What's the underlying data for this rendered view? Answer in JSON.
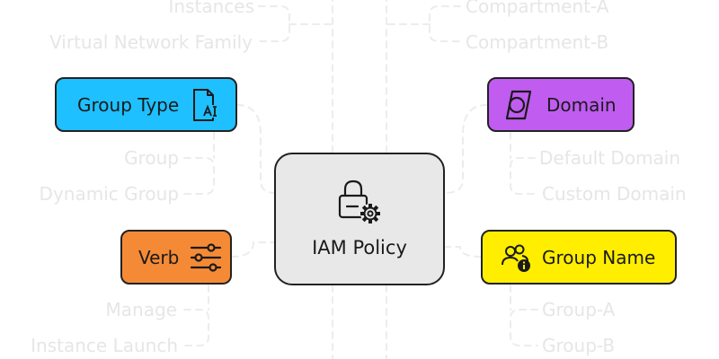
{
  "center": {
    "label": "IAM Policy",
    "fill": "#e8e8e8",
    "icon": "lock-gear-icon"
  },
  "nodes": {
    "group_type": {
      "label": "Group Type",
      "fill": "#1ec0ff",
      "icon": "ai-file-icon",
      "children": [
        "Group",
        "Dynamic Group"
      ]
    },
    "domain": {
      "label": "Domain",
      "fill": "#c05cf0",
      "icon": "domain-badge-icon",
      "children": [
        "Default Domain",
        "Custom Domain"
      ]
    },
    "verb": {
      "label": "Verb",
      "fill": "#f58a36",
      "icon": "sliders-icon",
      "children": [
        "Manage",
        "Instance Launch"
      ]
    },
    "group_name": {
      "label": "Group Name",
      "fill": "#ffee00",
      "icon": "users-info-icon",
      "children": [
        "Group-A",
        "Group-B"
      ]
    }
  },
  "top_left_leaves": [
    "Instances",
    "Virtual Network Family"
  ],
  "top_right_leaves": [
    "Compartment-A",
    "Compartment-B"
  ]
}
